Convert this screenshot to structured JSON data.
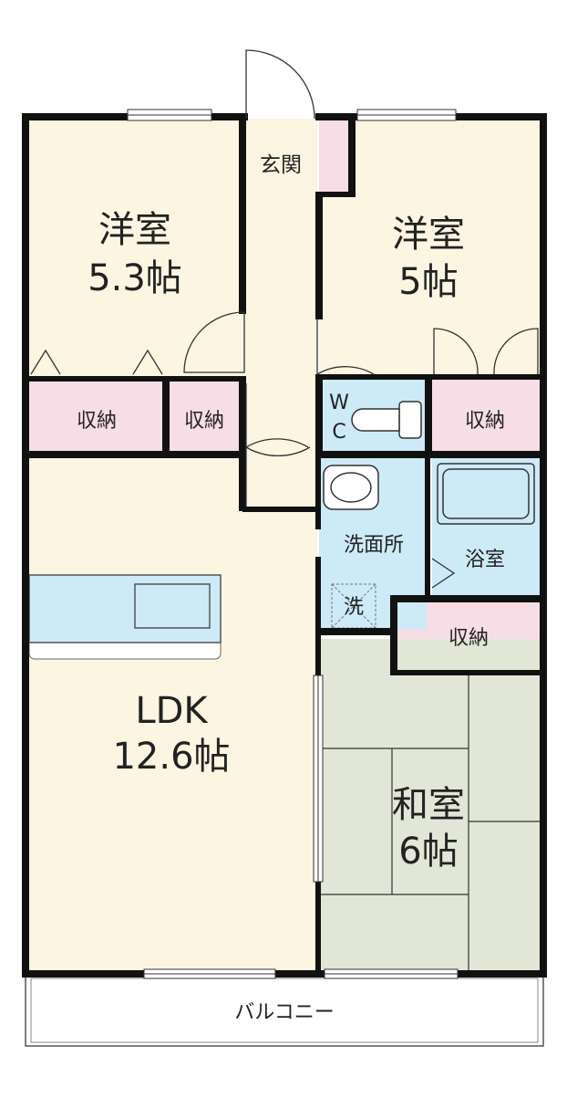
{
  "colors": {
    "floor": "#fbf5e2",
    "storage": "#f7dde6",
    "wet": "#cdeaf7",
    "tatami": "#e2e6d6",
    "wall": "#111111"
  },
  "rooms": {
    "western_left": {
      "name": "洋室",
      "size": "5.3帖"
    },
    "western_right": {
      "name": "洋室",
      "size": "5帖"
    },
    "entrance": {
      "name": "玄関"
    },
    "storage_left": {
      "name": "収納"
    },
    "storage_mid": {
      "name": "収納"
    },
    "wc": {
      "line1": "W",
      "line2": "C"
    },
    "storage_right": {
      "name": "収納"
    },
    "washroom": {
      "name": "洗面所"
    },
    "washer": {
      "name": "洗"
    },
    "bath": {
      "name": "浴室"
    },
    "storage_bottom": {
      "name": "収納"
    },
    "ldk": {
      "name": "LDK",
      "size": "12.6帖"
    },
    "japanese": {
      "name": "和室",
      "size": "6帖"
    },
    "balcony": {
      "name": "バルコニー"
    }
  }
}
